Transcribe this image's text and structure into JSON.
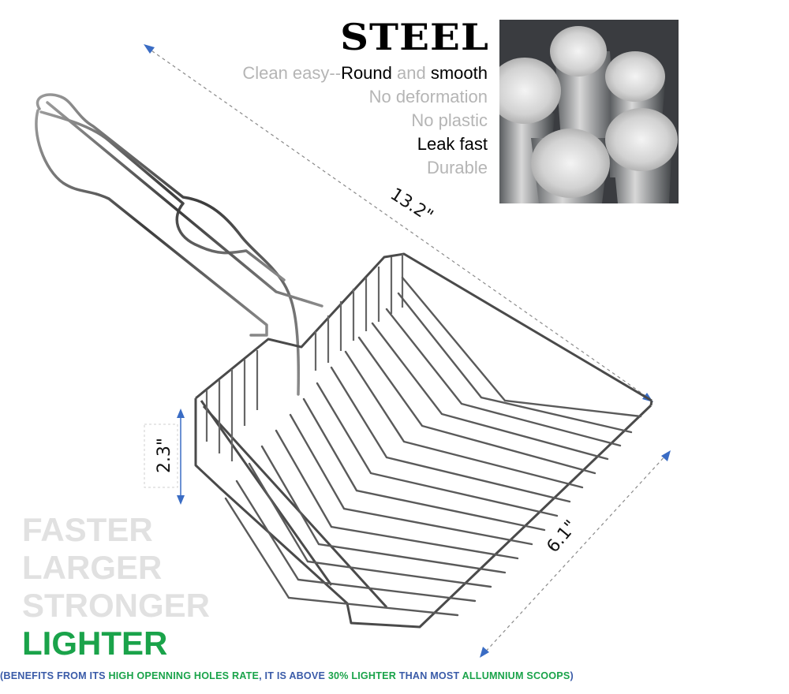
{
  "header": {
    "title": "STEEL"
  },
  "features": [
    {
      "segments": [
        {
          "text": "Clean easy",
          "tone": "grey"
        },
        {
          "text": "--",
          "tone": "grey"
        },
        {
          "text": "Round",
          "tone": "dark"
        },
        {
          "text": " and ",
          "tone": "grey"
        },
        {
          "text": "smooth",
          "tone": "dark"
        }
      ]
    },
    {
      "text": "No deformation",
      "tone": "grey"
    },
    {
      "text": "No plastic",
      "tone": "grey"
    },
    {
      "text": "Leak fast",
      "tone": "dark"
    },
    {
      "text": "Durable",
      "tone": "grey"
    }
  ],
  "photo": {
    "subject": "stainless-steel-rods"
  },
  "dimensions": {
    "length": "13.2\"",
    "height": "2.3\"",
    "width": "6.1\""
  },
  "big_words": [
    "FASTER",
    "LARGER",
    "STRONGER",
    "LIGHTER"
  ],
  "bottom_note": {
    "segments": [
      {
        "text": "(BENEFITS FROM ITS ",
        "color": "blue"
      },
      {
        "text": "HIGH OPENNING HOLES RATE",
        "color": "green"
      },
      {
        "text": ", IT IS ABOVE ",
        "color": "blue"
      },
      {
        "text": "30% LIGHTER",
        "color": "green"
      },
      {
        "text": " THAN MOST ",
        "color": "blue"
      },
      {
        "text": "ALLUMNIUM SCOOPS",
        "color": "green"
      },
      {
        "text": ")",
        "color": "blue"
      }
    ]
  },
  "colors": {
    "accent_green": "#1aa34a",
    "accent_blue": "#3a5ba8",
    "arrow_blue": "#3a6cc4",
    "muted_grey": "#b5b5b5",
    "ghost_grey": "#e1e1e1"
  }
}
